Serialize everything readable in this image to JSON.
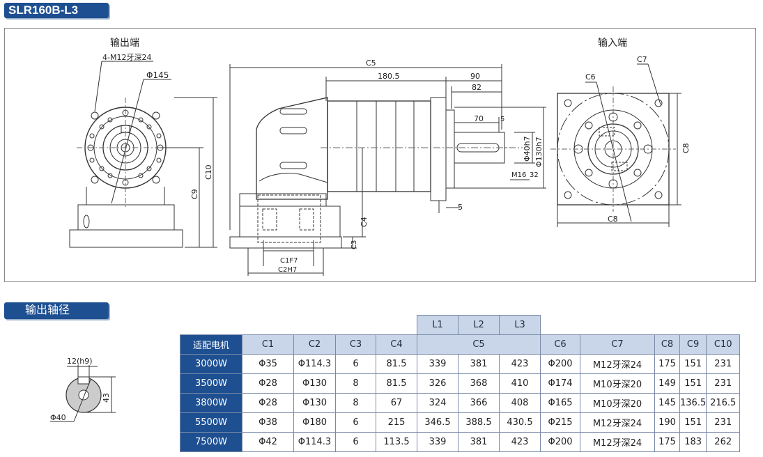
{
  "model_tag": "SLR160B-L3",
  "shaft_tag": "输出轴径",
  "views": {
    "output_end": "输出端",
    "input_end": "输入端"
  },
  "dims": {
    "bolt": "4-M12牙深24",
    "phi145": "Φ145",
    "c10": "C10",
    "c9": "C9",
    "c5": "C5",
    "d180": "180.5",
    "d90": "90",
    "d82": "82",
    "d70": "70",
    "d5a": "5",
    "d5b": "5",
    "phi40": "Φ40h7",
    "phi130": "Φ130h7",
    "m16": "M16",
    "d32": "32",
    "c4": "C4",
    "c3": "C3",
    "c1": "C1F7",
    "c2": "C2H7",
    "c6": "C6",
    "c7": "C7",
    "c8v": "C8",
    "c8h": "C8"
  },
  "shaft": {
    "key": "12(h9)",
    "height": "43",
    "dia": "Φ40"
  },
  "table": {
    "sub_headers": [
      "L1",
      "L2",
      "L3"
    ],
    "headers": [
      "适配电机",
      "C1",
      "C2",
      "C3",
      "C4",
      "C5",
      "C6",
      "C7",
      "C8",
      "C9",
      "C10"
    ],
    "rows": [
      [
        "3000W",
        "Φ35",
        "Φ114.3",
        "6",
        "81.5",
        "339",
        "381",
        "423",
        "Φ200",
        "M12牙深24",
        "175",
        "151",
        "231"
      ],
      [
        "3500W",
        "Φ28",
        "Φ130",
        "8",
        "81.5",
        "326",
        "368",
        "410",
        "Φ174",
        "M10牙深20",
        "149",
        "151",
        "231"
      ],
      [
        "3800W",
        "Φ28",
        "Φ130",
        "8",
        "67",
        "324",
        "366",
        "408",
        "Φ165",
        "M10牙深20",
        "145",
        "136.5",
        "216.5"
      ],
      [
        "5500W",
        "Φ38",
        "Φ180",
        "6",
        "215",
        "346.5",
        "388.5",
        "430.5",
        "Φ215",
        "M12牙深24",
        "190",
        "151",
        "231"
      ],
      [
        "7500W",
        "Φ42",
        "Φ114.3",
        "6",
        "113.5",
        "339",
        "381",
        "423",
        "Φ200",
        "M12牙深24",
        "175",
        "183",
        "262"
      ]
    ]
  },
  "colors": {
    "brand": "#1d4f91",
    "header_bg": "#c9d6ea"
  }
}
